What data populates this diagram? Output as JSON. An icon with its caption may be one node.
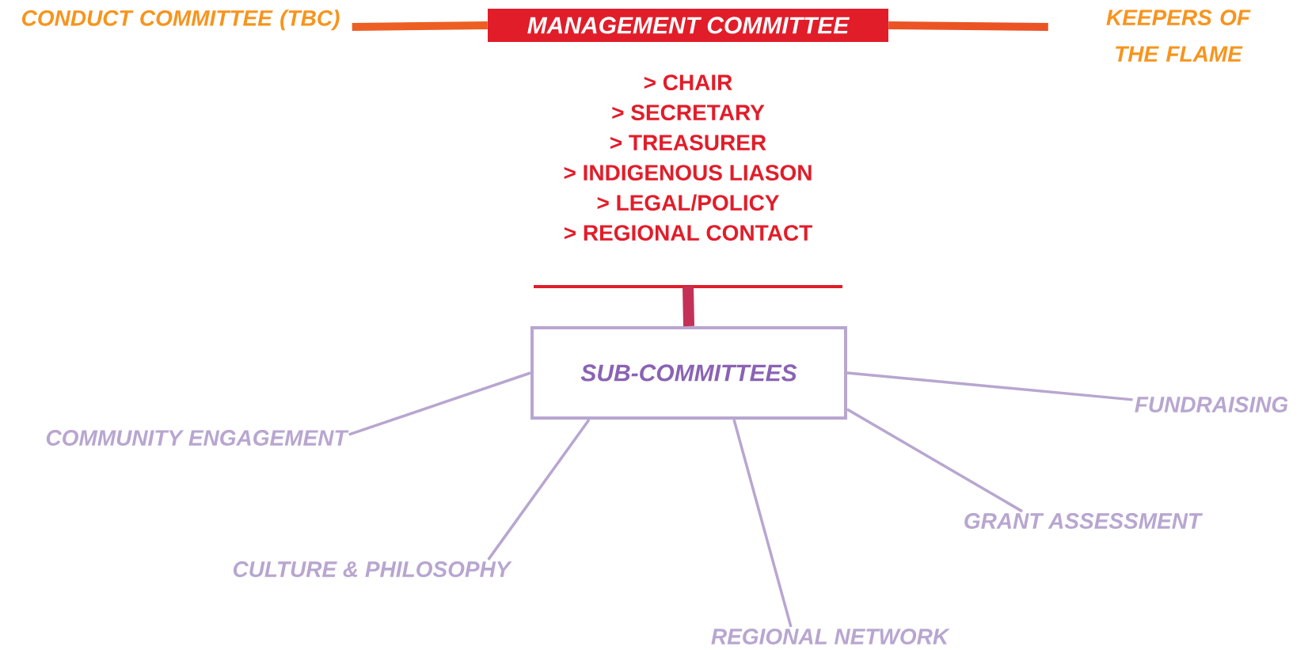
{
  "diagram": {
    "nodes": [
      {
        "text": [
          "CONDUCT COMMITTEE (TBC)"
        ]
      },
      {
        "text": [
          "MANAGEMENT COMMITTEE"
        ]
      },
      {
        "text": [
          "KEEPERS OF THE FLAME"
        ]
      },
      {
        "text": [
          "> CHAIR",
          "> SECRETARY",
          "> TREASURER",
          "> INDIGENOUS LIASON",
          "> LEGAL/POLICY",
          "> REGIONAL CONTACT"
        ]
      },
      {
        "text": [
          "SUB-COMMITTEES"
        ]
      },
      {
        "text": [
          "COMMUNITY ENGAGEMENT"
        ]
      },
      {
        "text": [
          "CULTURE & PHILOSOPHY"
        ]
      },
      {
        "text": [
          "REGIONAL NETWORK"
        ]
      },
      {
        "text": [
          "GRANT ASSESSMENT"
        ]
      },
      {
        "text": [
          "FUNDRAISING"
        ]
      }
    ],
    "edges": [
      {
        "from": 0,
        "to": 1,
        "arrow": "none",
        "style": "thick",
        "color": "#ed5e23"
      },
      {
        "from": 1,
        "to": 2,
        "arrow": "none",
        "style": "thick",
        "color": "#eb5324"
      },
      {
        "from": 3,
        "to": 4,
        "arrow": "none",
        "style": "thick",
        "color": "#c43157"
      },
      {
        "from": 4,
        "to": 5,
        "arrow": "none"
      },
      {
        "from": 4,
        "to": 6,
        "arrow": "none"
      },
      {
        "from": 4,
        "to": 7,
        "arrow": "none"
      },
      {
        "from": 4,
        "to": 8,
        "arrow": "none"
      },
      {
        "from": 4,
        "to": 9,
        "arrow": "none"
      }
    ]
  }
}
